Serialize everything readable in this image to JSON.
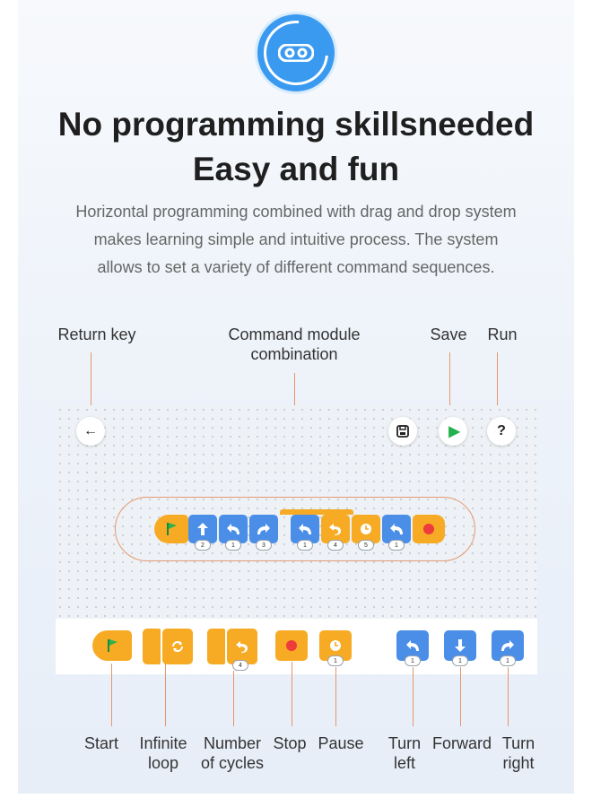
{
  "header": {
    "headline_line1": "No programming skillsneeded",
    "headline_line2": "Easy and fun",
    "description_lines": [
      "Horizontal programming combined with drag and drop system",
      "makes learning simple and intuitive process. The system",
      "allows to set a variety of different command sequences."
    ]
  },
  "top_labels": {
    "return_key": "Return key",
    "command_module_line1": "Command module",
    "command_module_line2": "combination",
    "save": "Save",
    "run": "Run"
  },
  "toolbar": {
    "back_icon": "←",
    "save_icon": "save-icon",
    "run_icon": "▶",
    "help_icon": "?"
  },
  "sequence": {
    "blocks": [
      {
        "type": "start",
        "color": "orange"
      },
      {
        "type": "forward",
        "color": "blue",
        "badge": "2"
      },
      {
        "type": "turn-left",
        "color": "blue",
        "badge": "1"
      },
      {
        "type": "turn-right",
        "color": "blue",
        "badge": "3"
      },
      {
        "type": "turn-left",
        "color": "blue",
        "badge": "1"
      },
      {
        "type": "number-of-cycles",
        "color": "orange",
        "badge": "4"
      },
      {
        "type": "pause",
        "color": "orange",
        "badge": "5"
      },
      {
        "type": "turn-left",
        "color": "blue",
        "badge": "1"
      },
      {
        "type": "stop",
        "color": "orange"
      }
    ]
  },
  "palette": {
    "cycles_badge": "4",
    "pause_badge": "1",
    "turn_left_badge": "1",
    "forward_badge": "1",
    "turn_right_badge": "1"
  },
  "bottom_labels": {
    "start": "Start",
    "infinite_loop_line1": "Infinite",
    "infinite_loop_line2": "loop",
    "number_of_cycles_line1": "Number",
    "number_of_cycles_line2": "of cycles",
    "stop": "Stop",
    "pause": "Pause",
    "turn_left_line1": "Turn",
    "turn_left_line2": "left",
    "forward": "Forward",
    "turn_right_line1": "Turn",
    "turn_right_line2": "right"
  },
  "colors": {
    "accent_blue": "#3a9af0",
    "block_orange": "#f7ab24",
    "block_blue": "#4a8ee8",
    "run_green": "#22b14c",
    "stop_red": "#ee3b3b",
    "callout_line": "#e7956b"
  }
}
